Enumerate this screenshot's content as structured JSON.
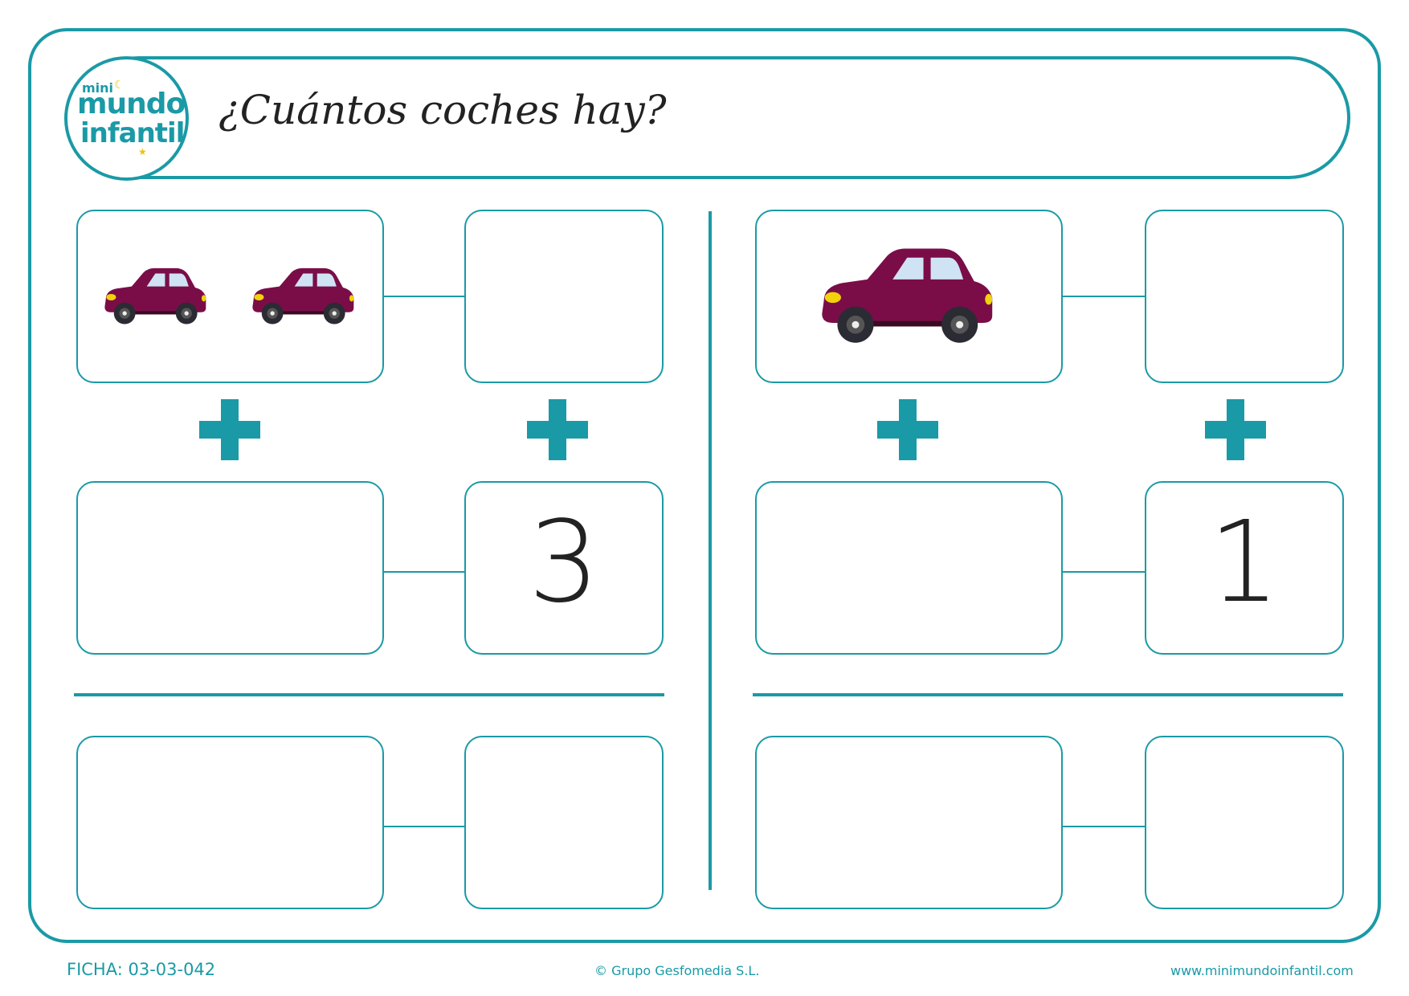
{
  "header": {
    "title": "¿Cuántos coches hay?",
    "logo": {
      "line1": "mini",
      "line2": "mundo",
      "line3": "infantil"
    }
  },
  "exercises": [
    {
      "car_count": 2,
      "given_number": "3"
    },
    {
      "car_count": 1,
      "given_number": "1"
    }
  ],
  "colors": {
    "accent": "#1a9aa6",
    "car_body": "#7a0d47",
    "window": "#cfe3f5",
    "headlight": "#f2d20a"
  },
  "footer": {
    "ficha": "FICHA: 03-03-042",
    "copyright": "© Grupo Gesfomedia S.L.",
    "website": "www.minimundoinfantil.com"
  }
}
